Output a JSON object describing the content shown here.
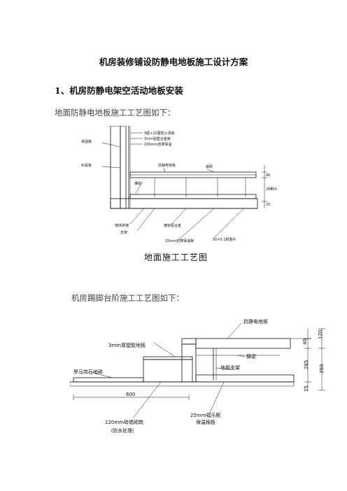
{
  "document": {
    "title": "机房装修铺设防静电地板施工设计方案",
    "section_heading": "1、机房防静电架空活动地板安装",
    "para_floor": "地面防静电地板施工工艺图如下：",
    "para_step": "机房踢脚台阶施工工艺图如下："
  },
  "figure_floor": {
    "caption": "地面施工工艺图",
    "labels": {
      "wall_board": "9厘+12厘防火夹板",
      "alloy_panel": "3mm铝塑合金板",
      "insulation": "100mm岩棉保温",
      "antistatic": "抗静电地板",
      "left_insul": "保温板",
      "beam": "横梁",
      "dim_40": "40",
      "dim_285": "285",
      "dim_350": "350",
      "dim_25": "25",
      "gypsum": "石膏板",
      "tile": "瓷砖",
      "brick": "墙体砖墙",
      "pedestal": "支架",
      "alloy_kit": "镀锌铝合金",
      "wool": "25mm岩棉保温板",
      "copper": "50×0.1铜箔片"
    }
  },
  "figure_step": {
    "labels": {
      "antistatic": "抗静电地板",
      "pvc": "3mm厚塑胶地板",
      "granite": "罗马岗石地砖",
      "beam": "横梁",
      "pedestal": "地板支架",
      "dim_40": "40",
      "dim_120": "120",
      "dim_285": "285",
      "dim_350": "350",
      "dim_25": "25",
      "dim_600": "600",
      "brick": "120mm砖墙砌筑",
      "waterproof": "（防水处理）",
      "wool": "25mm福乐斯",
      "wool2": "保温棉板"
    }
  }
}
